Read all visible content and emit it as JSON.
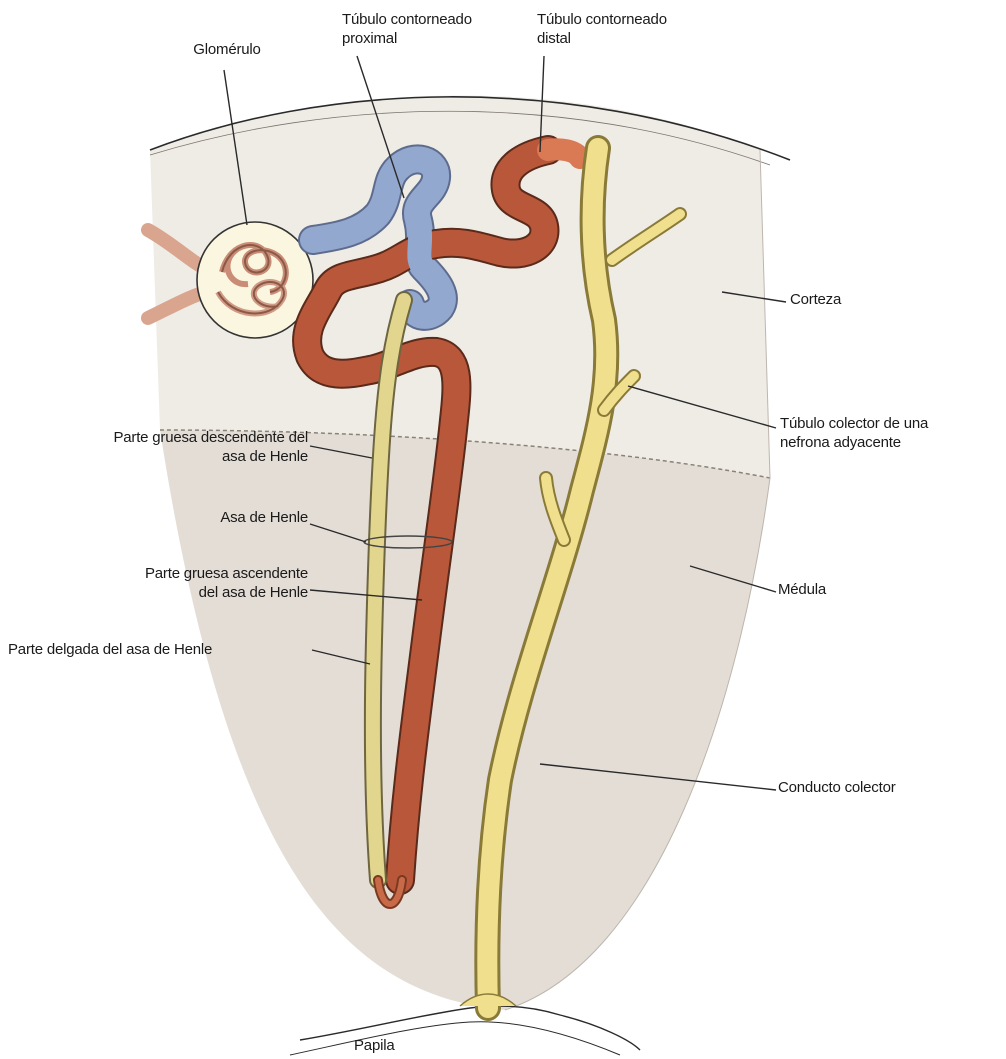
{
  "labels": {
    "glomerulo": "Glomérulo",
    "proximal_l1": "Túbulo contorneado",
    "proximal_l2": "proximal",
    "distal_l1": "Túbulo contorneado",
    "distal_l2": "distal",
    "corteza": "Corteza",
    "colector_adj_l1": "Túbulo colector de una",
    "colector_adj_l2": "nefrona adyacente",
    "gruesa_desc_l1": "Parte gruesa descendente del",
    "gruesa_desc_l2": "asa de Henle",
    "asa": "Asa de Henle",
    "gruesa_asc_l1": "Parte gruesa ascendente",
    "gruesa_asc_l2": "del asa de Henle",
    "medula": "Médula",
    "delgada": "Parte delgada del asa de Henle",
    "conducto": "Conducto colector",
    "papila": "Papila"
  },
  "colors": {
    "cortex": "#efece6",
    "medulla": "#e3ddd6",
    "proximal_tubule": "#93a8cf",
    "distal_tubule": "#b8573a",
    "thin_limb": "#e8dc8a",
    "collecting_duct": "#f0e08e",
    "glomerulus": "#d9a58f"
  }
}
